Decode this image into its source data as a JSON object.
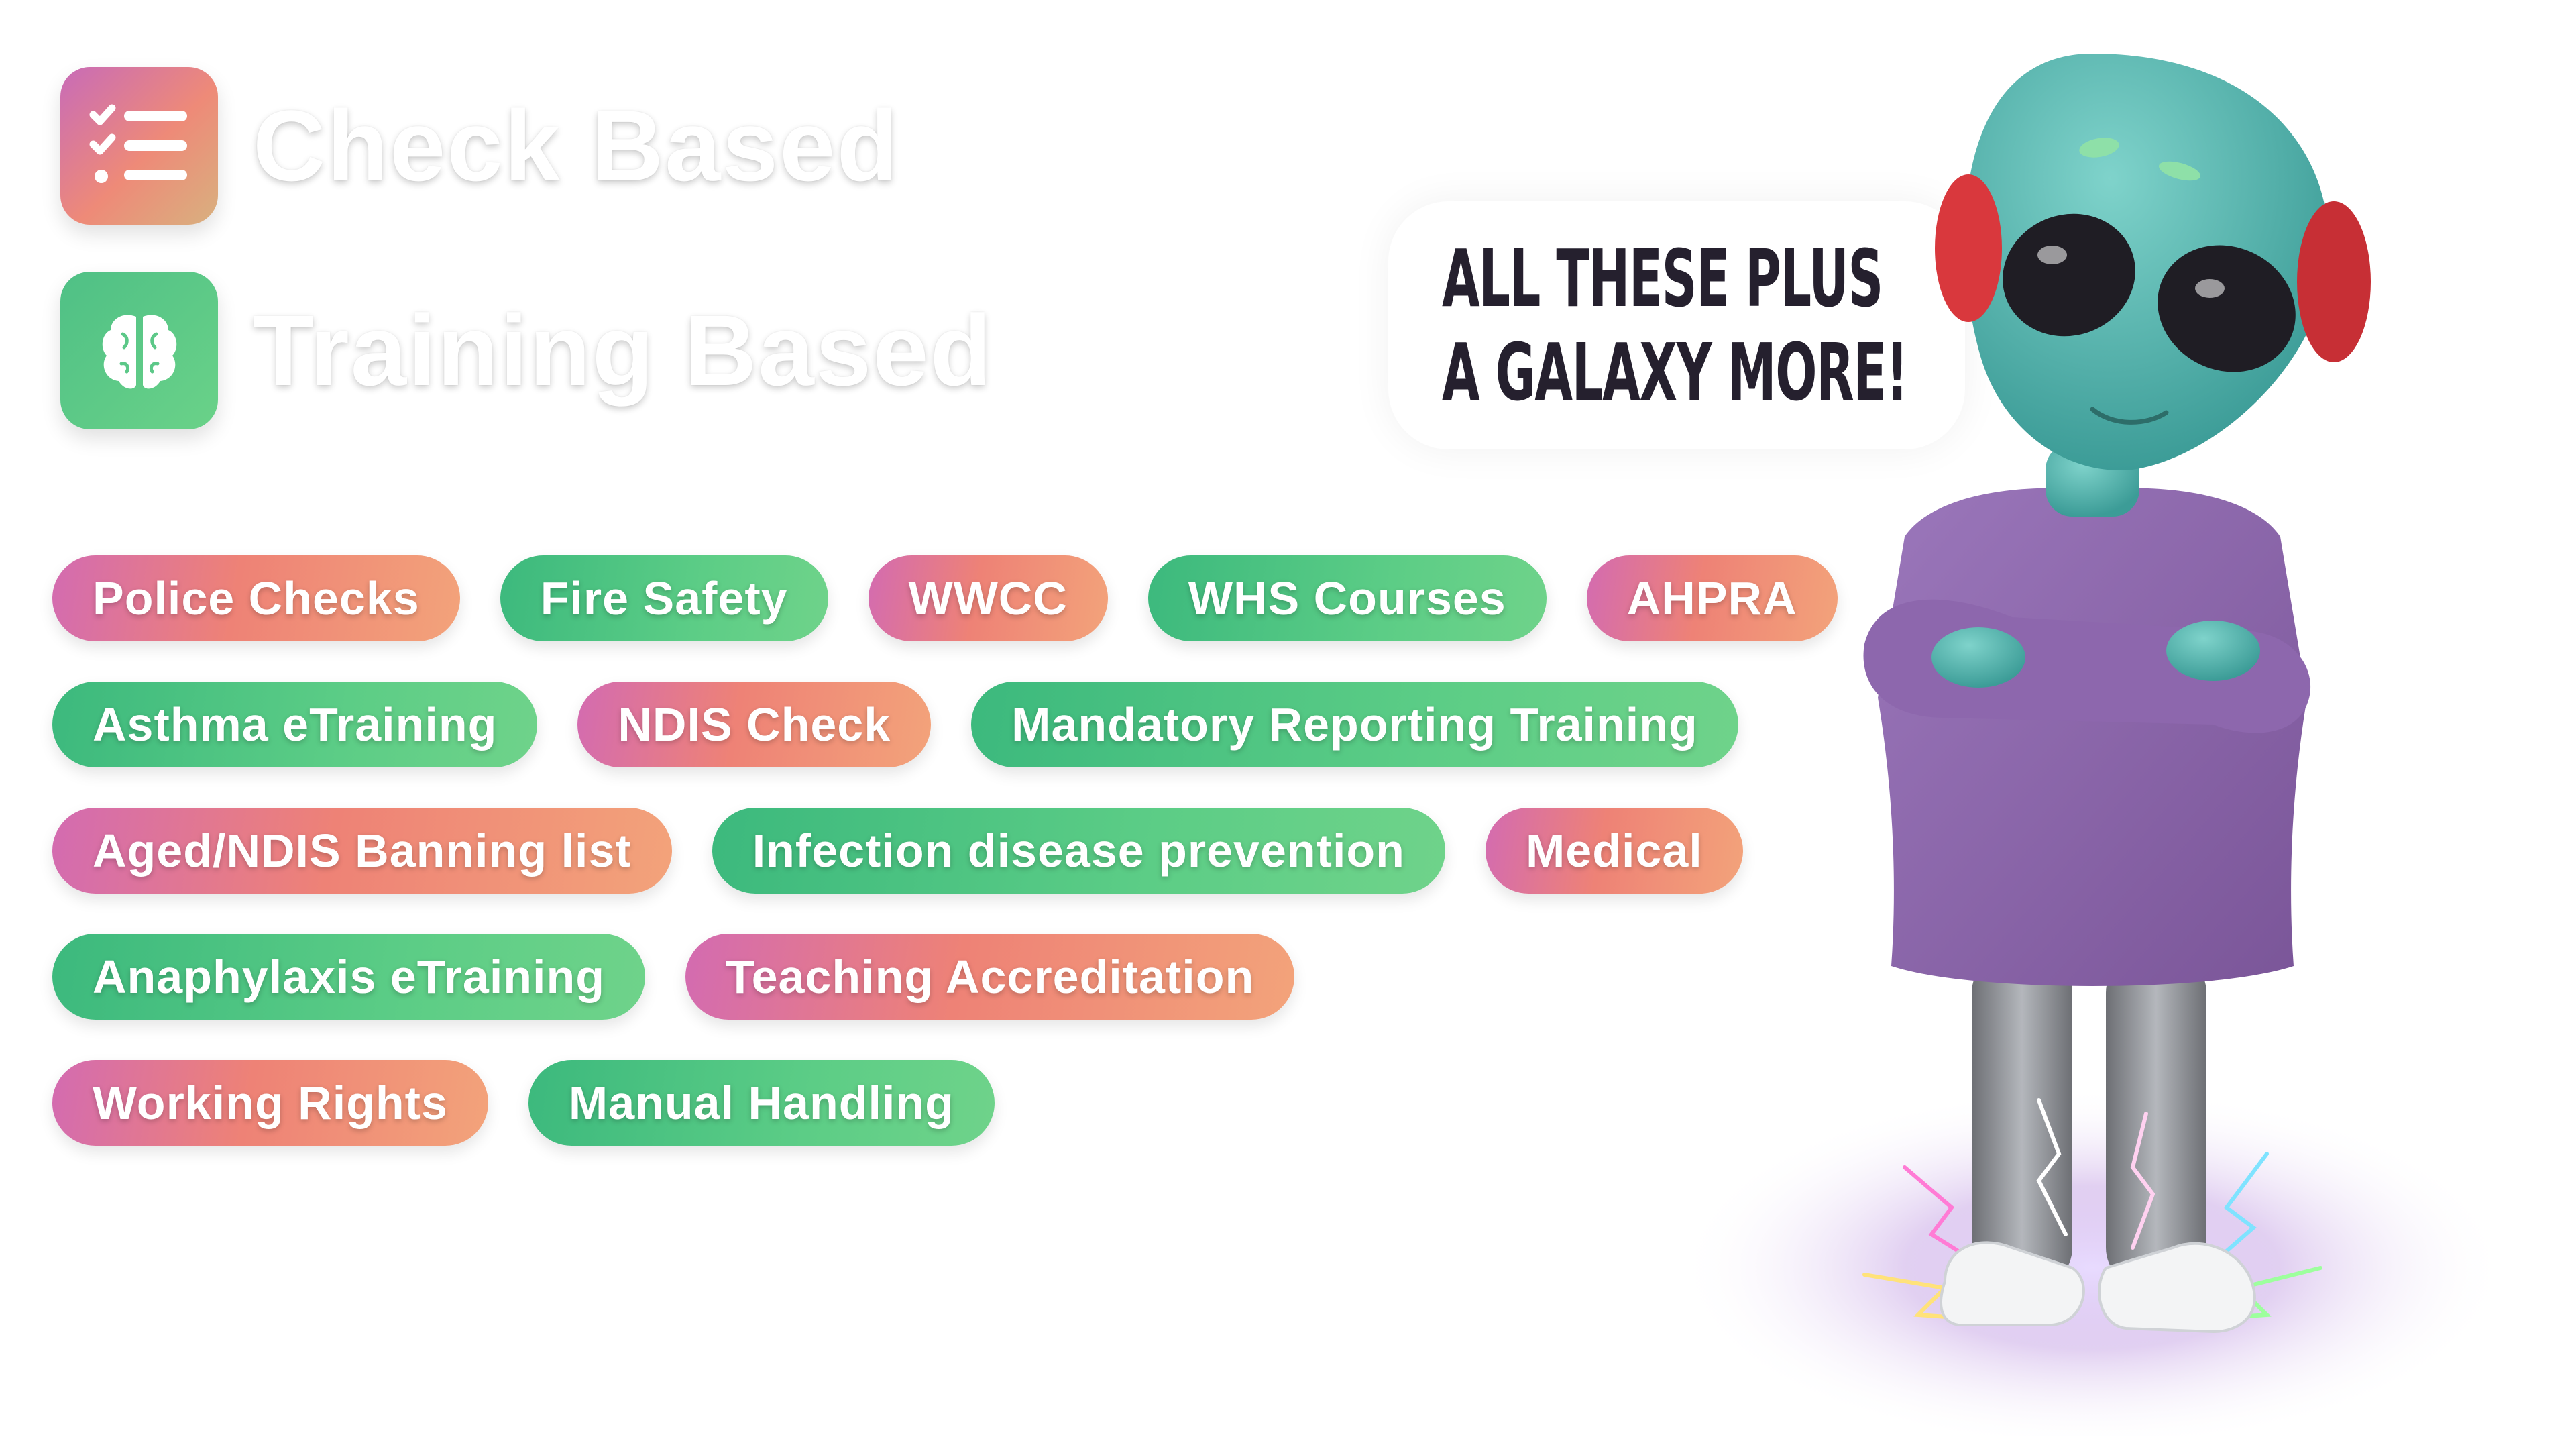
{
  "legend": {
    "check_label": "Check Based",
    "training_label": "Training Based"
  },
  "speech": {
    "line1": "ALL THESE PLUS",
    "line2": "A GALAXY MORE!"
  },
  "tags": [
    [
      {
        "label": "Police Checks",
        "kind": "check"
      },
      {
        "label": "Fire Safety",
        "kind": "training"
      },
      {
        "label": "WWCC",
        "kind": "check"
      },
      {
        "label": "WHS Courses",
        "kind": "training"
      },
      {
        "label": "AHPRA",
        "kind": "check"
      }
    ],
    [
      {
        "label": "Asthma eTraining",
        "kind": "training"
      },
      {
        "label": "NDIS Check",
        "kind": "check"
      },
      {
        "label": "Mandatory Reporting Training",
        "kind": "training"
      }
    ],
    [
      {
        "label": "Aged/NDIS Banning list",
        "kind": "check"
      },
      {
        "label": "Infection disease prevention",
        "kind": "training"
      },
      {
        "label": "Medical",
        "kind": "check"
      }
    ],
    [
      {
        "label": "Anaphylaxis eTraining",
        "kind": "training"
      },
      {
        "label": "Teaching Accreditation",
        "kind": "check"
      }
    ],
    [
      {
        "label": "Working Rights",
        "kind": "check"
      },
      {
        "label": "Manual Handling",
        "kind": "training"
      }
    ]
  ],
  "colors": {
    "check_gradient": [
      "#d36bb1",
      "#ee8276",
      "#f3a37a"
    ],
    "training_gradient": [
      "#3cb97d",
      "#6fd38a"
    ],
    "alien_skin": "#4fb3ad",
    "hoodie": "#8a63a8",
    "headphones": "#d9383d"
  },
  "icons": {
    "check": "checklist-icon",
    "training": "brain-icon"
  }
}
